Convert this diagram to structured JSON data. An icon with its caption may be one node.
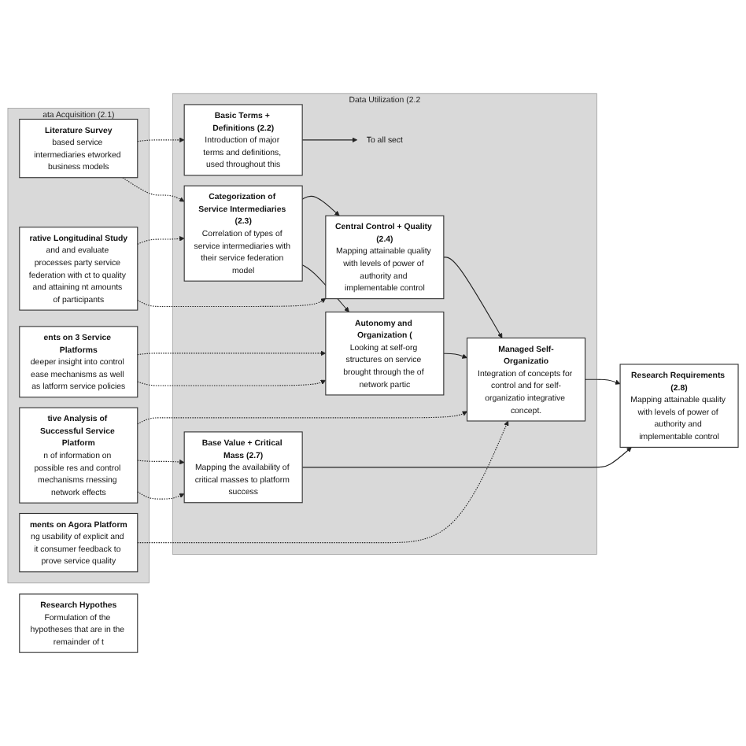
{
  "diagram": {
    "nodes": [
      {
        "text": [
          "ata Acquisition (2.1)"
        ]
      },
      {
        "text": [
          "Literature Survey",
          "based service intermediaries etworked business models"
        ],
        "in": 0
      },
      {
        "text": [
          "rative Longitudinal Study",
          "and and evaluate processes party service federation with ct to quality and attaining nt amounts of participants"
        ],
        "in": 0
      },
      {
        "text": [
          "ents on 3 Service Platforms",
          "deeper insight into control ease mechanisms as well as latform service policies"
        ],
        "in": 0
      },
      {
        "text": [
          "tive Analysis of Successful Service Platform",
          "n of information on possible res and control mechanisms rnessing network effects"
        ],
        "in": 0
      },
      {
        "text": [
          "ments on Agora Platform",
          "ng usability of explicit and it consumer feedback to prove service quality"
        ],
        "in": 0
      },
      {
        "text": [
          "Data Utilization (2.2"
        ]
      },
      {
        "text": [
          "Basic Terms + Definitions (2.2)",
          "Introduction of major terms and definitions, used throughout this"
        ],
        "in": 6
      },
      {
        "text": [
          "To all sect"
        ],
        "in": 6
      },
      {
        "text": [
          "Categorization of Service Intermediaries (2.3)",
          "Correlation of types of service intermediaries with their service federation model"
        ],
        "in": 6
      },
      {
        "text": [
          "Central Control + Quality (2.4)",
          "Mapping attainable quality with levels of power of authority and implementable control"
        ],
        "in": 6
      },
      {
        "text": [
          "Autonomy and Organization (",
          "Looking at self-org structures on service brought through the of network partic"
        ],
        "in": 6
      },
      {
        "text": [
          "Base Value + Critical Mass (2.7)",
          "Mapping the availability of critical masses to platform success"
        ],
        "in": 6
      },
      {
        "text": [
          "Managed Self-Organizatio",
          "Integration of concepts for control and for self-organizatio integrative concept."
        ],
        "in": 6
      },
      {
        "text": [
          "Research Requirements (2.8)",
          "Mapping attainable quality with levels of power of authority and implementable control"
        ]
      },
      {
        "text": [
          "Research Hypothes",
          "Formulation of the hypotheses that are in the remainder of t"
        ]
      }
    ],
    "edges": [
      {
        "from": 1,
        "to": 7,
        "arrow": "to",
        "style": "dashed"
      },
      {
        "from": 1,
        "to": 9,
        "arrow": "to",
        "style": "dashed"
      },
      {
        "from": 2,
        "to": 9,
        "arrow": "to",
        "style": "dashed"
      },
      {
        "from": 2,
        "to": 10,
        "arrow": "to",
        "style": "dashed"
      },
      {
        "from": 3,
        "to": 11,
        "arrow": "to",
        "style": "dashed"
      },
      {
        "from": 3,
        "to": 11,
        "arrow": "to",
        "style": "dashed"
      },
      {
        "from": 4,
        "to": 13,
        "arrow": "to",
        "style": "dashed"
      },
      {
        "from": 4,
        "to": 12,
        "arrow": "to",
        "style": "dashed"
      },
      {
        "from": 4,
        "to": 12,
        "arrow": "to",
        "style": "dashed"
      },
      {
        "from": 5,
        "to": 13,
        "arrow": "to",
        "style": "dashed"
      },
      {
        "from": 7,
        "to": 8,
        "arrow": "to"
      },
      {
        "from": 9,
        "to": 10,
        "arrow": "to"
      },
      {
        "from": 9,
        "to": 11,
        "arrow": "to"
      },
      {
        "from": 10,
        "to": 13,
        "arrow": "to"
      },
      {
        "from": 11,
        "to": 13,
        "arrow": "to"
      },
      {
        "from": 12,
        "to": 14,
        "arrow": "to"
      },
      {
        "from": 13,
        "to": 14,
        "arrow": "to"
      }
    ]
  }
}
